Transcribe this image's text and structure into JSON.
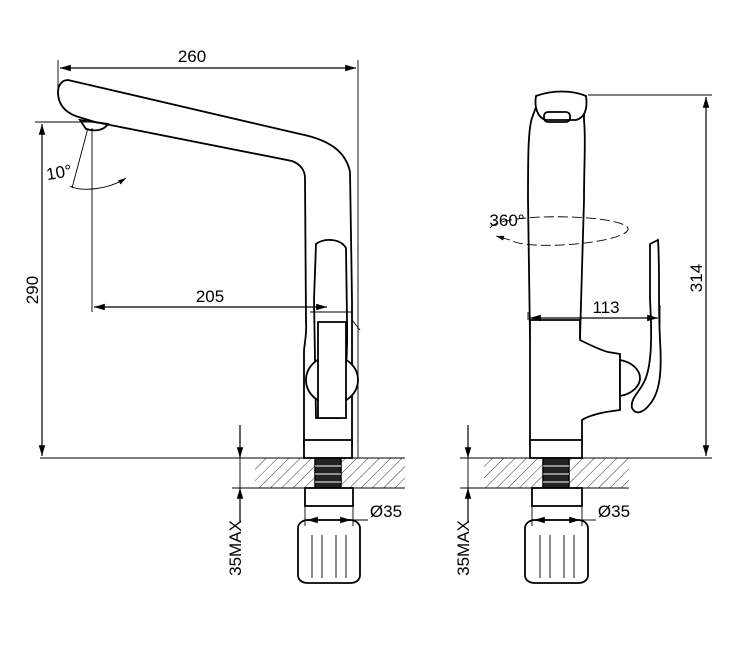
{
  "diagram": {
    "left_view": {
      "dim_top": "260",
      "dim_left": "290",
      "dim_reach": "205",
      "angle": "10°",
      "dim_hole": "Ø35",
      "dim_max": "35MAX"
    },
    "right_view": {
      "dim_height": "314",
      "dim_handle": "113",
      "rotation": "360°",
      "dim_hole": "Ø35",
      "dim_max": "35MAX"
    }
  }
}
